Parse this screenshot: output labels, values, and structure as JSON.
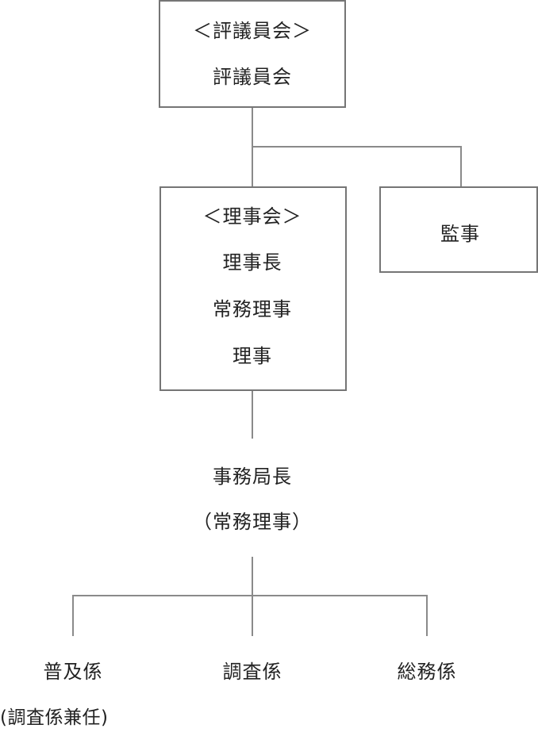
{
  "council": {
    "heading": "＜評議員会＞",
    "members": [
      "評議員会"
    ]
  },
  "board": {
    "heading": "＜理事会＞",
    "members": [
      "理事長",
      "常務理事",
      "理事"
    ]
  },
  "auditor": {
    "label": "監事"
  },
  "secretary_general": {
    "title": "事務局長",
    "note": "（常務理事）"
  },
  "sections": [
    {
      "label": "普及係",
      "note": "(調査係兼任)"
    },
    {
      "label": "調査係"
    },
    {
      "label": "総務係"
    }
  ]
}
